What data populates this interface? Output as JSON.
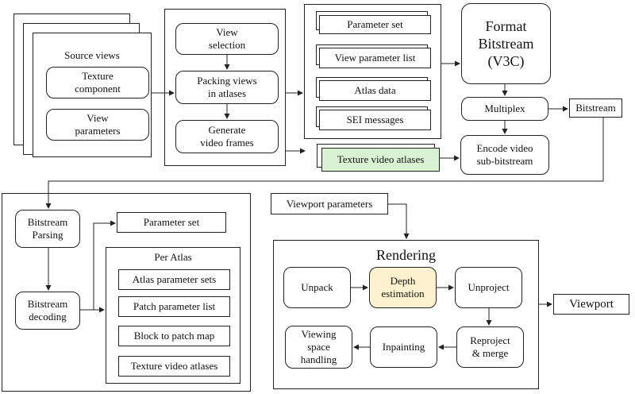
{
  "source": {
    "title": "Source views",
    "texture": "Texture\ncomponent",
    "view_params": "View\nparameters"
  },
  "packing": {
    "view_selection": "View\nselection",
    "packing_views": "Packing views\nin atlases",
    "generate": "Generate\nvideo frames"
  },
  "metadata": {
    "parameter_set": "Parameter set",
    "view_param_list": "View parameter list",
    "atlas_data": "Atlas data",
    "sei": "SEI messages"
  },
  "format": "Format\nBitstream\n(V3C)",
  "multiplex": "Multiplex",
  "bitstream": "Bitstream",
  "texture_atlases_top": "Texture video atlases",
  "encode": "Encode video\nsub-bitstream",
  "decoder": {
    "parsing": "Bitstream\nParsing",
    "decoding": "Bitstream\ndecoding",
    "parameter_set": "Parameter set",
    "per_atlas": "Per Atlas",
    "atlas_param_sets": "Atlas parameter sets",
    "patch_param_list": "Patch parameter list",
    "block_to_patch": "Block to patch map",
    "texture_atlases": "Texture video atlases"
  },
  "viewport_params": "Viewport parameters",
  "rendering": {
    "title": "Rendering",
    "unpack": "Unpack",
    "depth": "Depth\nestimation",
    "unproject": "Unproject",
    "reproject": "Reproject\n& merge",
    "inpainting": "Inpainting",
    "viewing_space": "Viewing\nspace\nhandling"
  },
  "viewport": "Viewport",
  "colors": {
    "depth_fill": "#fdf1cf",
    "texture_fill": "#d9f2d3",
    "stroke": "#222222"
  }
}
